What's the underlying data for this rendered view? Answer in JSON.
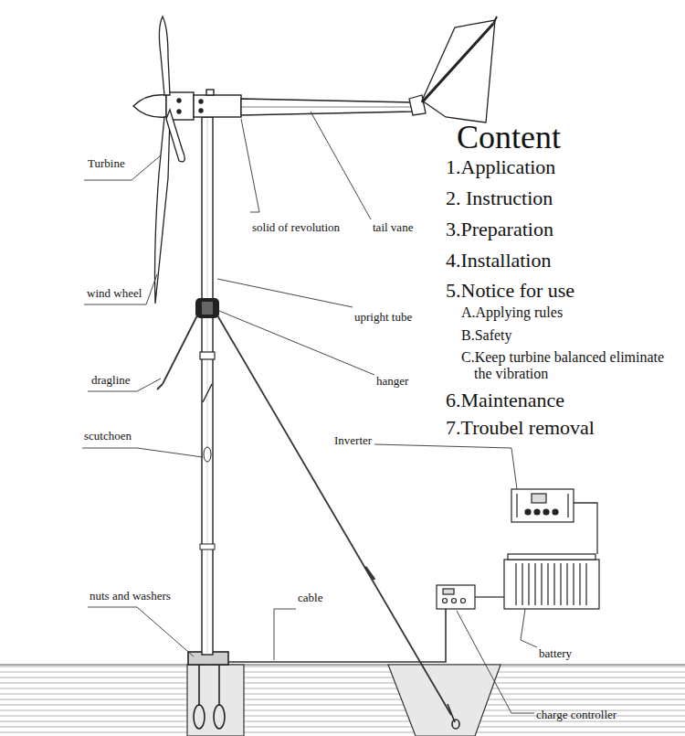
{
  "diagram": {
    "title": "Content",
    "labels": [
      "Turbine",
      "solid of revolution",
      "tail vane",
      "wind wheel",
      "upright tube",
      "dragline",
      "hanger",
      "scutchoen",
      "Inverter",
      "nuts and washers",
      "cable",
      "battery",
      "charge controller",
      "1.Application",
      "2. Instruction",
      "3.Preparation",
      "4.Installation",
      "5.Notice for use",
      "A.Applying rules",
      "B.Safety",
      "C.Keep turbine balanced eliminate the vibration",
      "6.Maintenance",
      "7.Troubel removal"
    ]
  }
}
